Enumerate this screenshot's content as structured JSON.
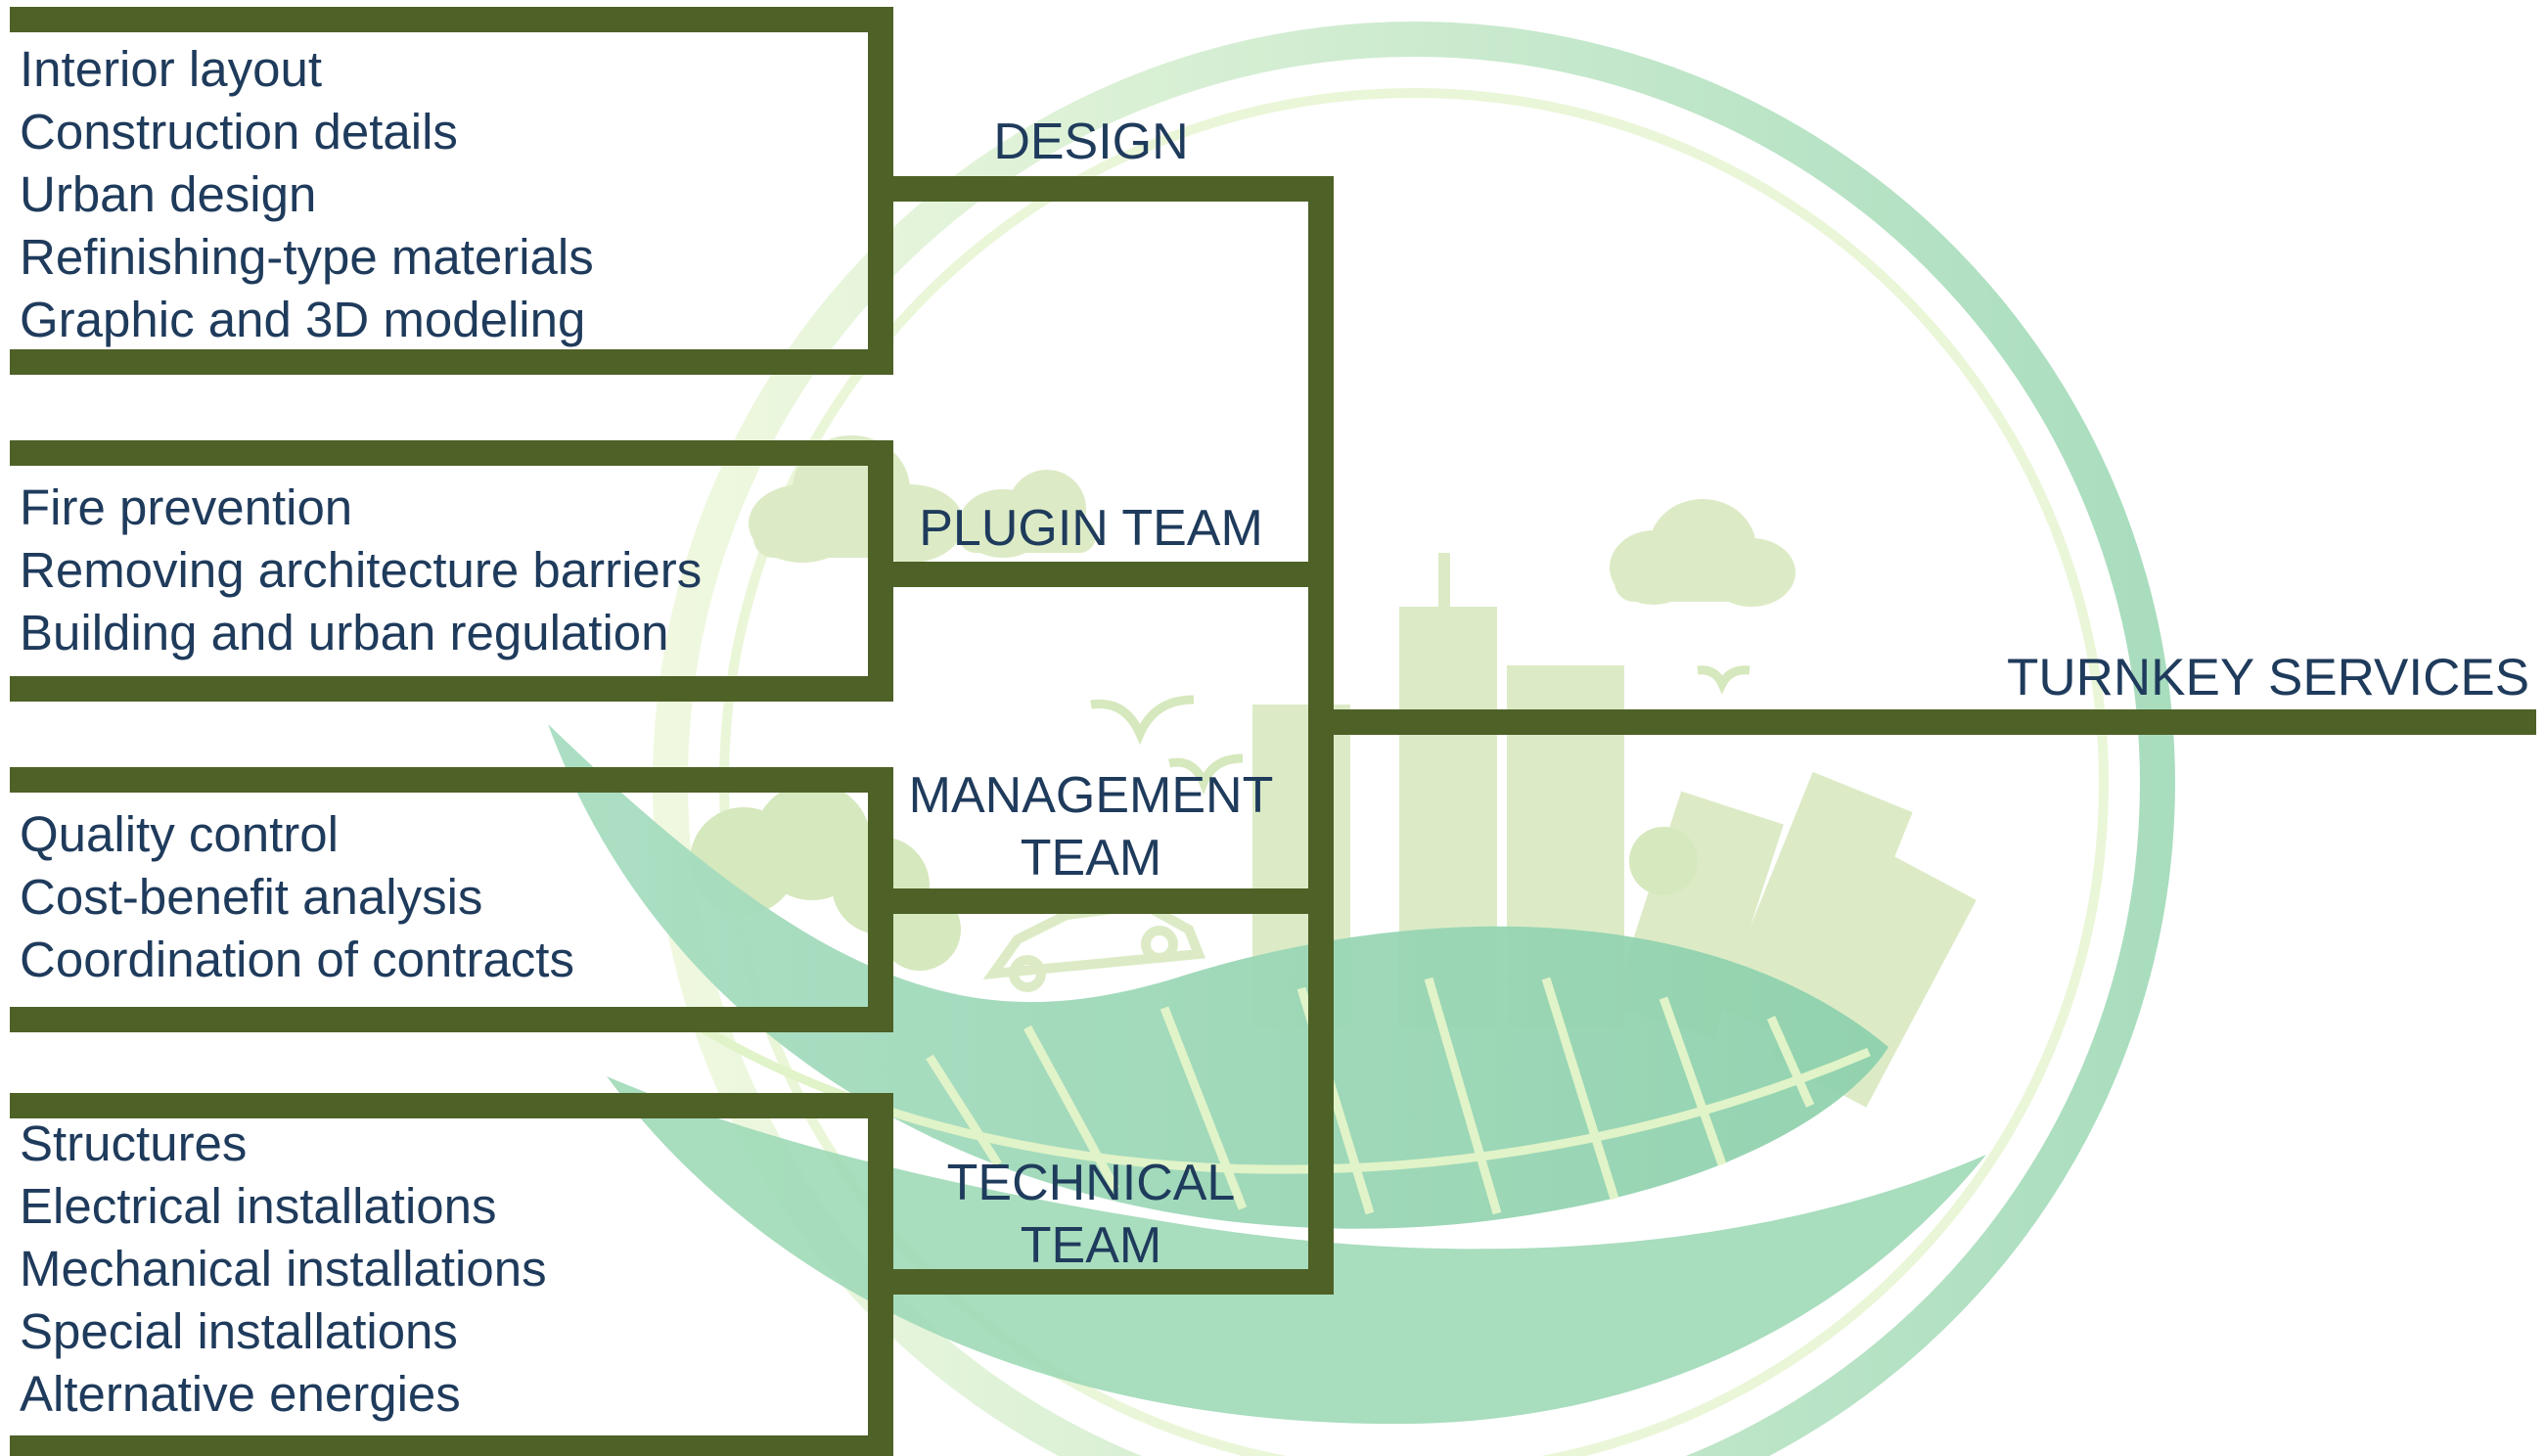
{
  "colors": {
    "frame": "#4e6127",
    "text": "#1f3b5c",
    "ring_light": "#e1f3c8",
    "ring_dark": "#9fd9b7",
    "leaf": "#9fd9b7",
    "buildings": "#dcebc6"
  },
  "groups": [
    {
      "team_lines": [
        "DESIGN"
      ],
      "items": [
        "Interior layout",
        "Construction details",
        "Urban design",
        "Refinishing-type materials",
        "Graphic and 3D modeling"
      ]
    },
    {
      "team_lines": [
        "PLUGIN TEAM"
      ],
      "items": [
        "Fire prevention",
        "Removing architecture barriers",
        "Building and urban regulation"
      ]
    },
    {
      "team_lines": [
        "MANAGEMENT",
        "TEAM"
      ],
      "items": [
        "Quality control",
        "Cost-benefit analysis",
        "Coordination of contracts"
      ]
    },
    {
      "team_lines": [
        "TECHNICAL",
        "TEAM"
      ],
      "items": [
        "Structures",
        "Electrical installations",
        "Mechanical installations",
        "Special installations",
        "Alternative energies"
      ]
    }
  ],
  "output": {
    "label": "TURNKEY SERVICES"
  },
  "illustration": "eco-city-circle"
}
